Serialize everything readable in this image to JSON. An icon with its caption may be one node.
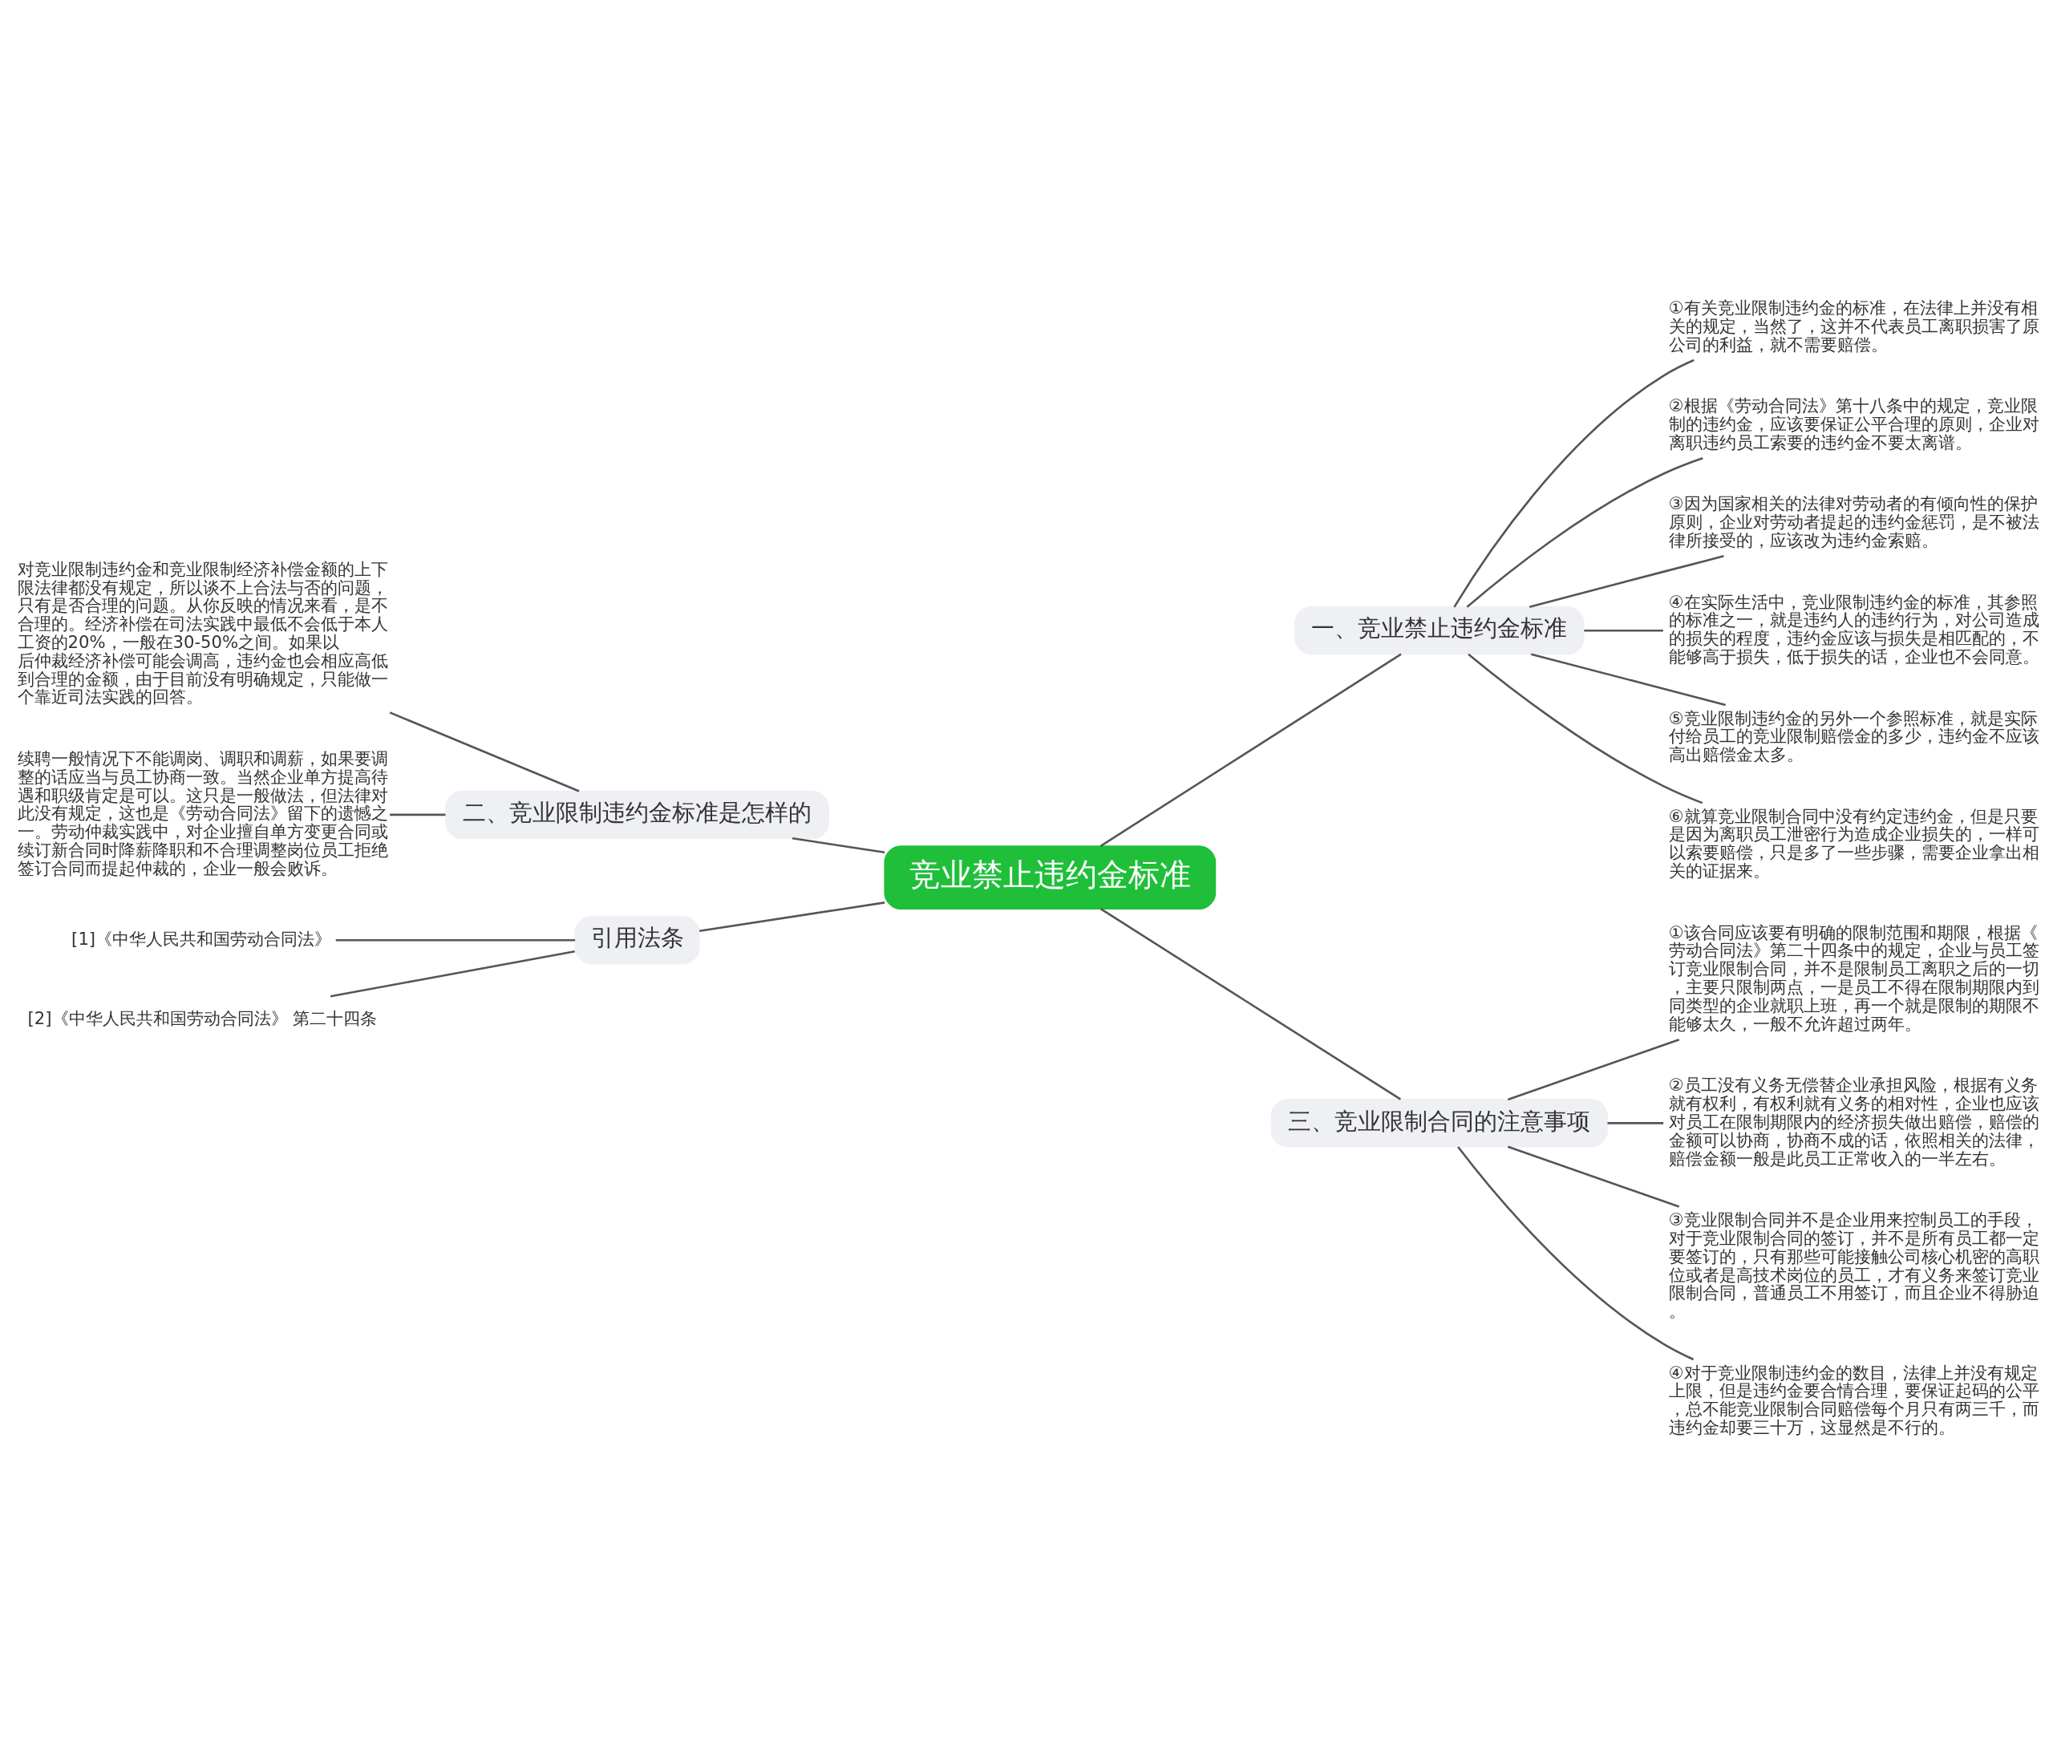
{
  "diagram": {
    "nodes": [
      {
        "text": [
          "竞业禁止违约金标准"
        ]
      },
      {
        "text": [
          "一、竞业禁止违约金标准"
        ]
      },
      {
        "text": [
          "①有关竞业限制违约金的标准，在法律上并没有相关的规定，当然了，这并不代表员工离职损害了原公司的利益，就不需要赔偿。"
        ]
      },
      {
        "text": [
          "②根据《劳动合同法》第十八条中的规定，竞业限制的违约金，应该要保证公平合理的原则，企业对离职违约员工索要的违约金不要太离谱。"
        ]
      },
      {
        "text": [
          "③因为国家相关的法律对劳动者的有倾向性的保护原则，企业对劳动者提起的违约金惩罚，是不被法律所接受的，应该改为违约金索赔。"
        ]
      },
      {
        "text": [
          "④在实际生活中，竞业限制违约金的标准，其参照的标准之一，就是违约人的违约行为，对公司造成的损失的程度，违约金应该与损失是相匹配的，不能够高于损失，低于损失的话，企业也不会同意。"
        ]
      },
      {
        "text": [
          "⑤竞业限制违约金的另外一个参照标准，就是实际付给员工的竞业限制赔偿金的多少，违约金不应该高出赔偿金太多。"
        ]
      },
      {
        "text": [
          "⑥就算竞业限制合同中没有约定违约金，但是只要是因为离职员工泄密行为造成企业损失的，一样可以索要赔偿，只是多了一些步骤，需要企业拿出相关的证据来。"
        ]
      },
      {
        "text": [
          "三、竞业限制合同的注意事项"
        ]
      },
      {
        "text": [
          "①该合同应该要有明确的限制范围和期限，根据《劳动合同法》第二十四条中的规定，企业与员工签订竞业限制合同，并不是限制员工离职之后的一切，主要只限制两点，一是员工不得在限制期限内到同类型的企业就职上班，再一个就是限制的期限不能够太久，一般不允许超过两年。"
        ]
      },
      {
        "text": [
          "②员工没有义务无偿替企业承担风险，根据有义务就有权利，有权利就有义务的相对性，企业也应该对员工在限制期限内的经济损失做出赔偿，赔偿的金额可以协商，协商不成的话，依照相关的法律，赔偿金额一般是此员工正常收入的一半左右。"
        ]
      },
      {
        "text": [
          "③竞业限制合同并不是企业用来控制员工的手段，对于竞业限制合同的签订，并不是所有员工都一定要签订的，只有那些可能接触公司核心机密的高职位或者是高技术岗位的员工，才有义务来签订竞业限制合同，普通员工不用签订，而且企业不得胁迫。"
        ]
      },
      {
        "text": [
          "④对于竞业限制违约金的数目，法律上并没有规定上限，但是违约金要合情合理，要保证起码的公平，总不能竞业限制合同赔偿每个月只有两三千，而违约金却要三十万，这显然是不行的。"
        ]
      },
      {
        "text": [
          "二、竞业限制违约金标准是怎样的"
        ]
      },
      {
        "text": [
          "对竞业限制违约金和竞业限制经济补偿金额的上下限法律都没有规定，所以谈不上合法与否的问题，只有是否合理的问题。从你反映的情况来看，是不合理的。经济补偿在司法实践中最低不会低于本人工资的20%，一般在30-50%之间。如果以后仲裁经济补偿可能会调高，违约金也会相应高低到合理的金额，由于目前没有明确规定，只能做一个靠近司法实践的回答。"
        ]
      },
      {
        "text": [
          "续聘一般情况下不能调岗、调职和调薪，如果要调整的话应当与员工协商一致。当然企业单方提高待遇和职级肯定是可以。这只是一般做法，但法律对此没有规定，这也是《劳动合同法》留下的遗憾之一。劳动仲裁实践中，对企业擅自单方变更合同或续订新合同时降薪降职和不合理调整岗位员工拒绝签订合同而提起仲裁的，企业一般会败诉。"
        ]
      },
      {
        "text": [
          "引用法条"
        ]
      },
      {
        "text": [
          "[1]《中华人民共和国劳动合同法》"
        ]
      },
      {
        "text": [
          "[2]《中华人民共和国劳动合同法》 第二十四条"
        ]
      }
    ],
    "edges": [
      {
        "from": 0,
        "to": 1,
        "arrow": "none"
      },
      {
        "from": 1,
        "to": 2,
        "arrow": "none"
      },
      {
        "from": 1,
        "to": 3,
        "arrow": "none"
      },
      {
        "from": 1,
        "to": 4,
        "arrow": "none"
      },
      {
        "from": 1,
        "to": 5,
        "arrow": "none"
      },
      {
        "from": 1,
        "to": 6,
        "arrow": "none"
      },
      {
        "from": 1,
        "to": 7,
        "arrow": "none"
      },
      {
        "from": 0,
        "to": 8,
        "arrow": "none"
      },
      {
        "from": 8,
        "to": 9,
        "arrow": "none"
      },
      {
        "from": 8,
        "to": 10,
        "arrow": "none"
      },
      {
        "from": 8,
        "to": 11,
        "arrow": "none"
      },
      {
        "from": 8,
        "to": 12,
        "arrow": "none"
      },
      {
        "from": 0,
        "to": 13,
        "arrow": "none"
      },
      {
        "from": 13,
        "to": 14,
        "arrow": "none"
      },
      {
        "from": 13,
        "to": 15,
        "arrow": "none"
      },
      {
        "from": 0,
        "to": 16,
        "arrow": "none"
      },
      {
        "from": 16,
        "to": 17,
        "arrow": "none"
      },
      {
        "from": 16,
        "to": 18,
        "arrow": "none"
      }
    ]
  }
}
